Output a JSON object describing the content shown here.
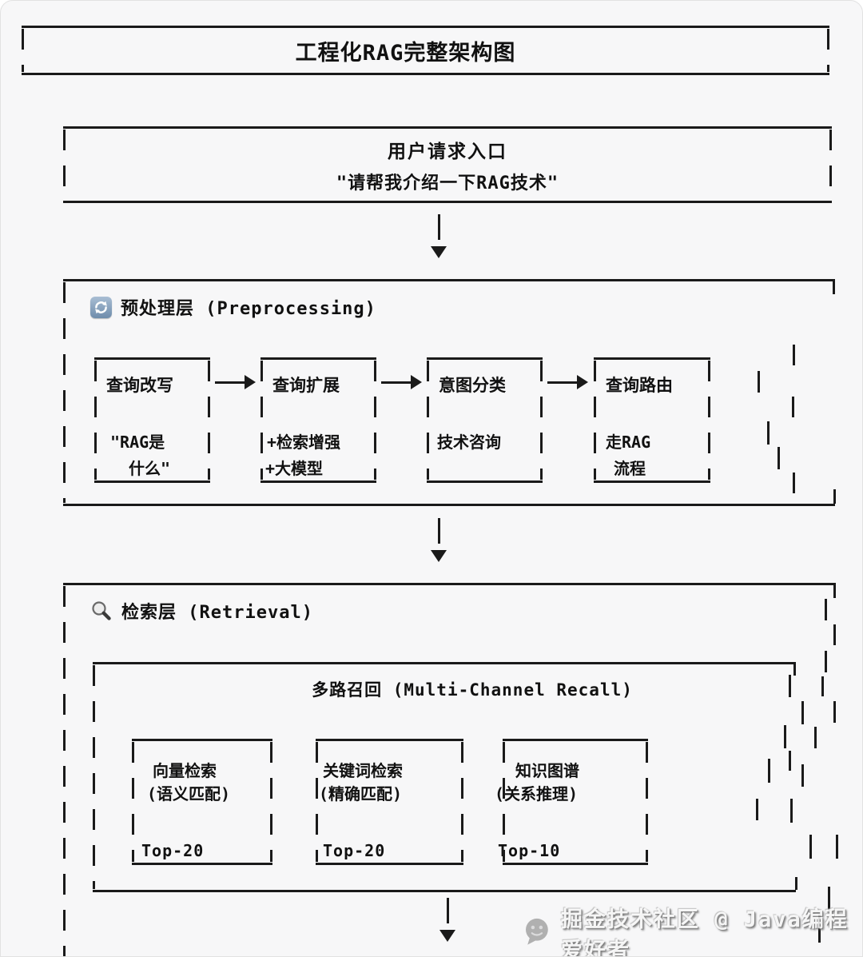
{
  "colors": {
    "background": "#f7f7f8",
    "line": "#1a1a1a",
    "refresh_icon_bg": "#6e8cab",
    "watermark_gray": "#8f8f8f"
  },
  "title_bar": {
    "text": "工程化RAG完整架构图"
  },
  "user_entry": {
    "line1": "用户请求入口",
    "line2": "\"请帮我介绍一下RAG技术\""
  },
  "preprocessing": {
    "icon": "refresh-icon",
    "header": "预处理层 (Preprocessing)",
    "steps": [
      {
        "label": "查询改写",
        "sub1": "\"RAG是",
        "sub2": "什么\""
      },
      {
        "label": "查询扩展",
        "sub1": "+检索增强",
        "sub2": "+大模型"
      },
      {
        "label": "意图分类",
        "sub1": "技术咨询",
        "sub2": ""
      },
      {
        "label": "查询路由",
        "sub1": "走RAG",
        "sub2": "流程"
      }
    ]
  },
  "retrieval": {
    "icon": "search-icon",
    "header": "检索层 (Retrieval)",
    "recall": {
      "title": "多路召回 (Multi-Channel Recall)",
      "channels": [
        {
          "name": "向量检索",
          "mode": "(语义匹配)",
          "topk": "Top-20"
        },
        {
          "name": "关键词检索",
          "mode": "(精确匹配)",
          "topk": "Top-20"
        },
        {
          "name": "知识图谱",
          "mode": "(关系推理)",
          "topk": "Top-10"
        }
      ]
    }
  },
  "watermark": {
    "icon": "chat-bubble-icon",
    "text": "掘金技术社区 @ Java编程爱好者"
  }
}
